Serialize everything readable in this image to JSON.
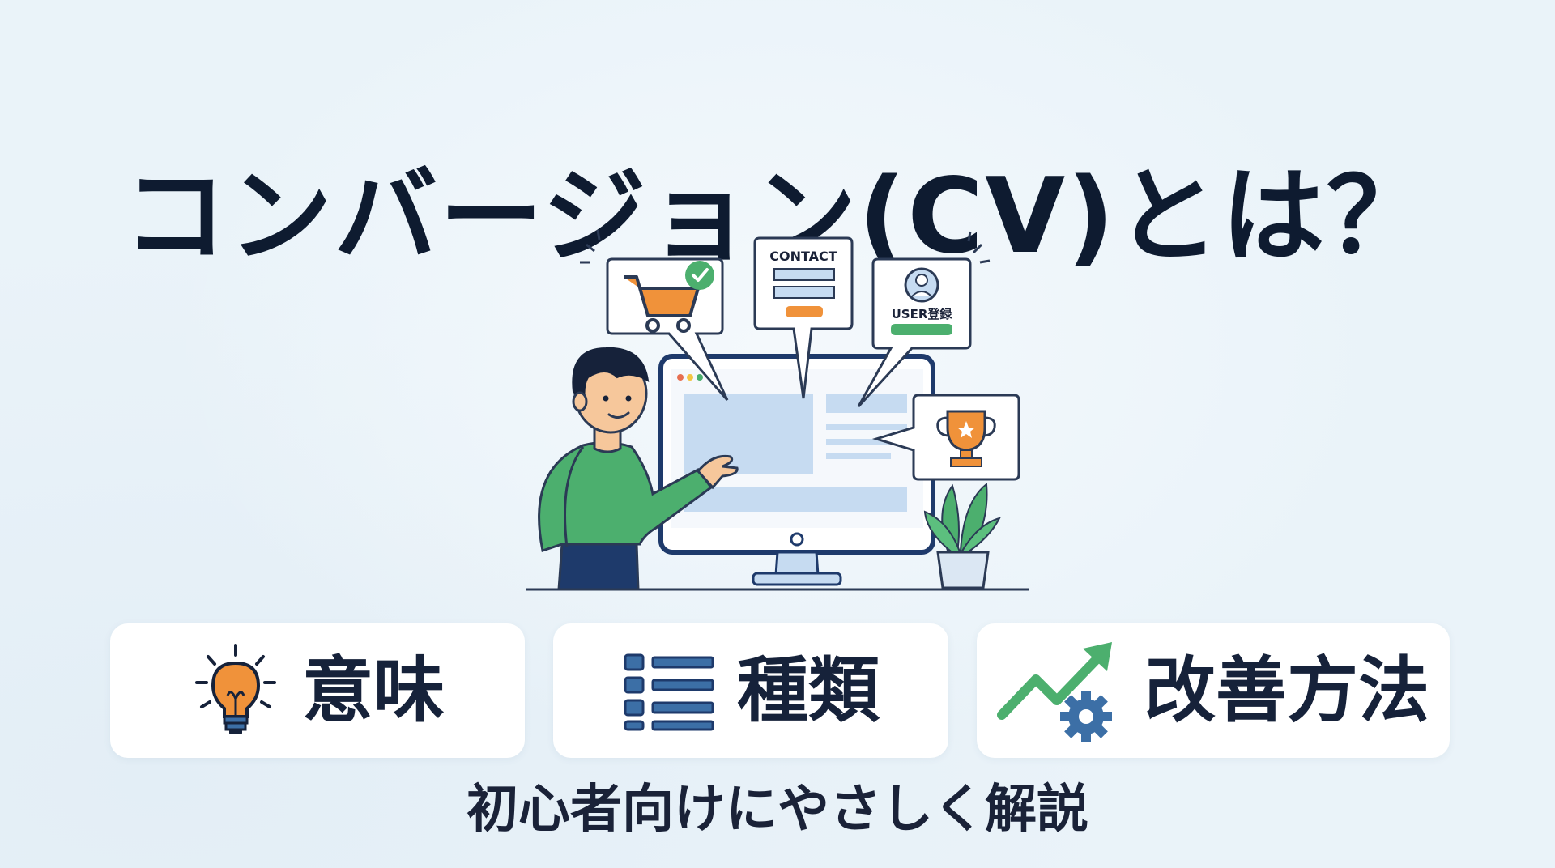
{
  "title": "コンバージョン(CV)とは？",
  "subtitle": "初心者向けにやさしく解説",
  "illustration": {
    "contact_label": "CONTACT",
    "user_label": "USER登録"
  },
  "cards": [
    {
      "label": "意味",
      "icon": "lightbulb-icon"
    },
    {
      "label": "種類",
      "icon": "list-icon"
    },
    {
      "label": "改善方法",
      "icon": "growth-chart-gear-icon"
    }
  ],
  "colors": {
    "background": "#eaf3f9",
    "title": "#0e1b30",
    "orange": "#f0923a",
    "green": "#4caf6e",
    "blue": "#3c6fa6",
    "navy": "#1e3a6b"
  }
}
